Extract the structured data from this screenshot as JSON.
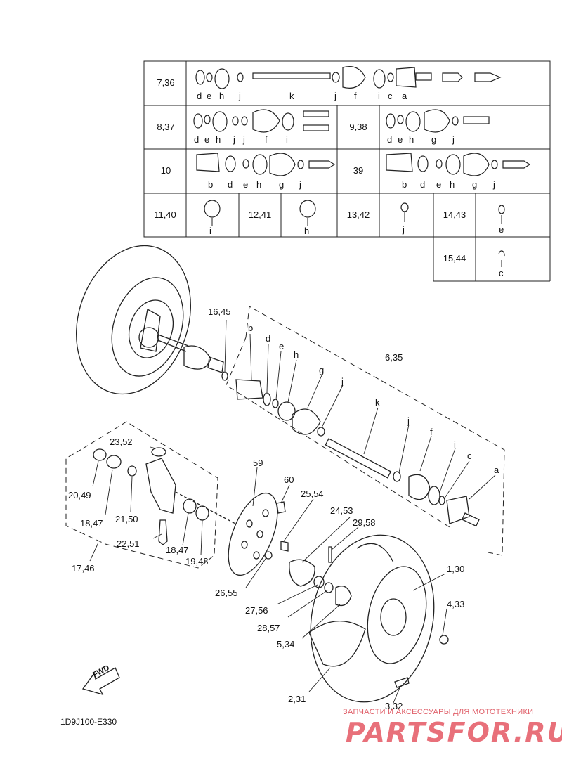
{
  "table": {
    "rows": [
      {
        "label": "7,36",
        "letters": [
          "d",
          "e",
          "h",
          "j",
          "k",
          "j",
          "f",
          "i",
          "c",
          "a"
        ]
      },
      {
        "label": "8,37",
        "letters": [
          "d",
          "e",
          "h",
          "j",
          "j",
          "f",
          "i"
        ],
        "label2": "9,38",
        "letters2": [
          "d",
          "e",
          "h",
          "g",
          "j"
        ]
      },
      {
        "label": "10",
        "letters": [
          "b",
          "d",
          "e",
          "h",
          "g",
          "j"
        ],
        "label2": "39",
        "letters2": [
          "b",
          "d",
          "e",
          "h",
          "g",
          "j"
        ]
      },
      {
        "cells": [
          {
            "label": "11,40",
            "letter": "i"
          },
          {
            "label": "12,41",
            "letter": "h"
          },
          {
            "label": "13,42",
            "letter": "j"
          },
          {
            "label": "14,43",
            "letter": "e"
          }
        ]
      },
      {
        "cells": [
          {
            "label": "15,44",
            "letter": "c"
          }
        ]
      }
    ]
  },
  "callouts": {
    "c1": "16,45",
    "c2": "b",
    "c3": "d",
    "c4": "e",
    "c5": "h",
    "c6": "g",
    "c7": "6,35",
    "c8": "j",
    "c9": "k",
    "c10": "j",
    "c11": "f",
    "c12": "i",
    "c13": "c",
    "c14": "a",
    "c15": "23,52",
    "c16": "20,49",
    "c17": "18,47",
    "c18": "21,50",
    "c19": "22,51",
    "c20": "17,46",
    "c21": "18,47",
    "c22": "19,48",
    "c23": "59",
    "c24": "60",
    "c25": "25,54",
    "c26": "24,53",
    "c27": "29,58",
    "c28": "1,30",
    "c29": "26,55",
    "c30": "27,56",
    "c31": "28,57",
    "c32": "5,34",
    "c33": "4,33",
    "c34": "2,31",
    "c35": "3,32"
  },
  "fwd_label": "FWD",
  "diagram_code": "1D9J100-E330",
  "watermark": {
    "tagline": "ЗАПЧАСТИ И АКСЕССУАРЫ ДЛЯ МОТОТЕХНИКИ",
    "brand": "PARTSFOR.RU",
    "color": "#e8707a"
  }
}
